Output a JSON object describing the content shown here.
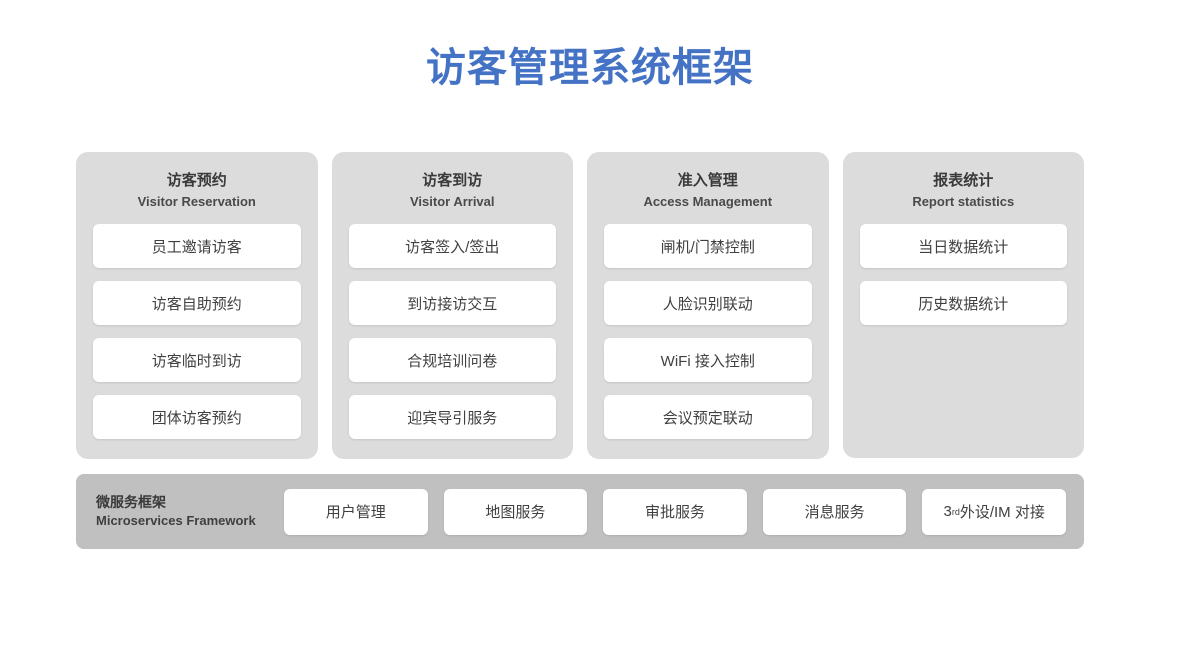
{
  "page": {
    "title": "访客管理系统框架",
    "title_color": "#4472c4",
    "background_color": "#ffffff",
    "panel_color": "#dcdcdc",
    "bottom_bar_color": "#c0c0c0",
    "card_color": "#ffffff"
  },
  "columns": [
    {
      "title_cn": "访客预约",
      "title_en": "Visitor Reservation",
      "items": [
        "员工邀请访客",
        "访客自助预约",
        "访客临时到访",
        "团体访客预约"
      ]
    },
    {
      "title_cn": "访客到访",
      "title_en": "Visitor Arrival",
      "items": [
        "访客签入/签出",
        "到访接访交互",
        "合规培训问卷",
        "迎宾导引服务"
      ]
    },
    {
      "title_cn": "准入管理",
      "title_en": "Access Management",
      "items": [
        "闸机/门禁控制",
        "人脸识别联动",
        "WiFi 接入控制",
        "会议预定联动"
      ]
    },
    {
      "title_cn": "报表统计",
      "title_en": "Report statistics",
      "items": [
        "当日数据统计",
        "历史数据统计"
      ]
    }
  ],
  "bottom_bar": {
    "label_cn": "微服务框架",
    "label_en": "Microservices Framework",
    "services": [
      {
        "text": "用户管理"
      },
      {
        "text": "地图服务"
      },
      {
        "text": "审批服务"
      },
      {
        "text": "消息服务"
      },
      {
        "text": "3rd 外设/IM 对接",
        "prefix": "3",
        "sup": "rd",
        "suffix": " 外设/IM 对接"
      }
    ]
  }
}
